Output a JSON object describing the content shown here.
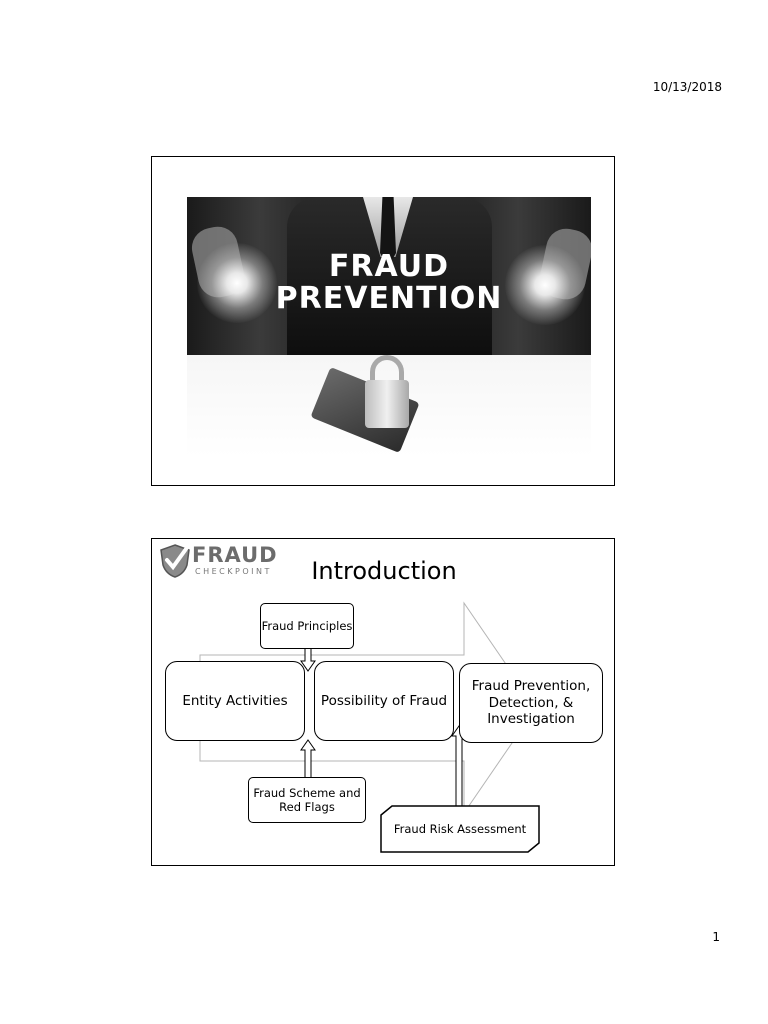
{
  "header": {
    "date": "10/13/2018"
  },
  "footer": {
    "page_number": "1"
  },
  "slide1": {
    "banner_line1": "FRAUD",
    "banner_line2": "PREVENTION"
  },
  "slide2": {
    "logo": {
      "word": "FRAUD",
      "sub": "CHECKPOINT"
    },
    "title": "Introduction",
    "boxes": {
      "entity": "Entity Activities",
      "possibility": "Possibility of Fraud",
      "prevention": "Fraud Prevention, Detection, & Investigation",
      "principles": "Fraud Principles",
      "scheme": "Fraud Scheme and Red Flags",
      "risk": "Fraud Risk Assessment"
    }
  }
}
